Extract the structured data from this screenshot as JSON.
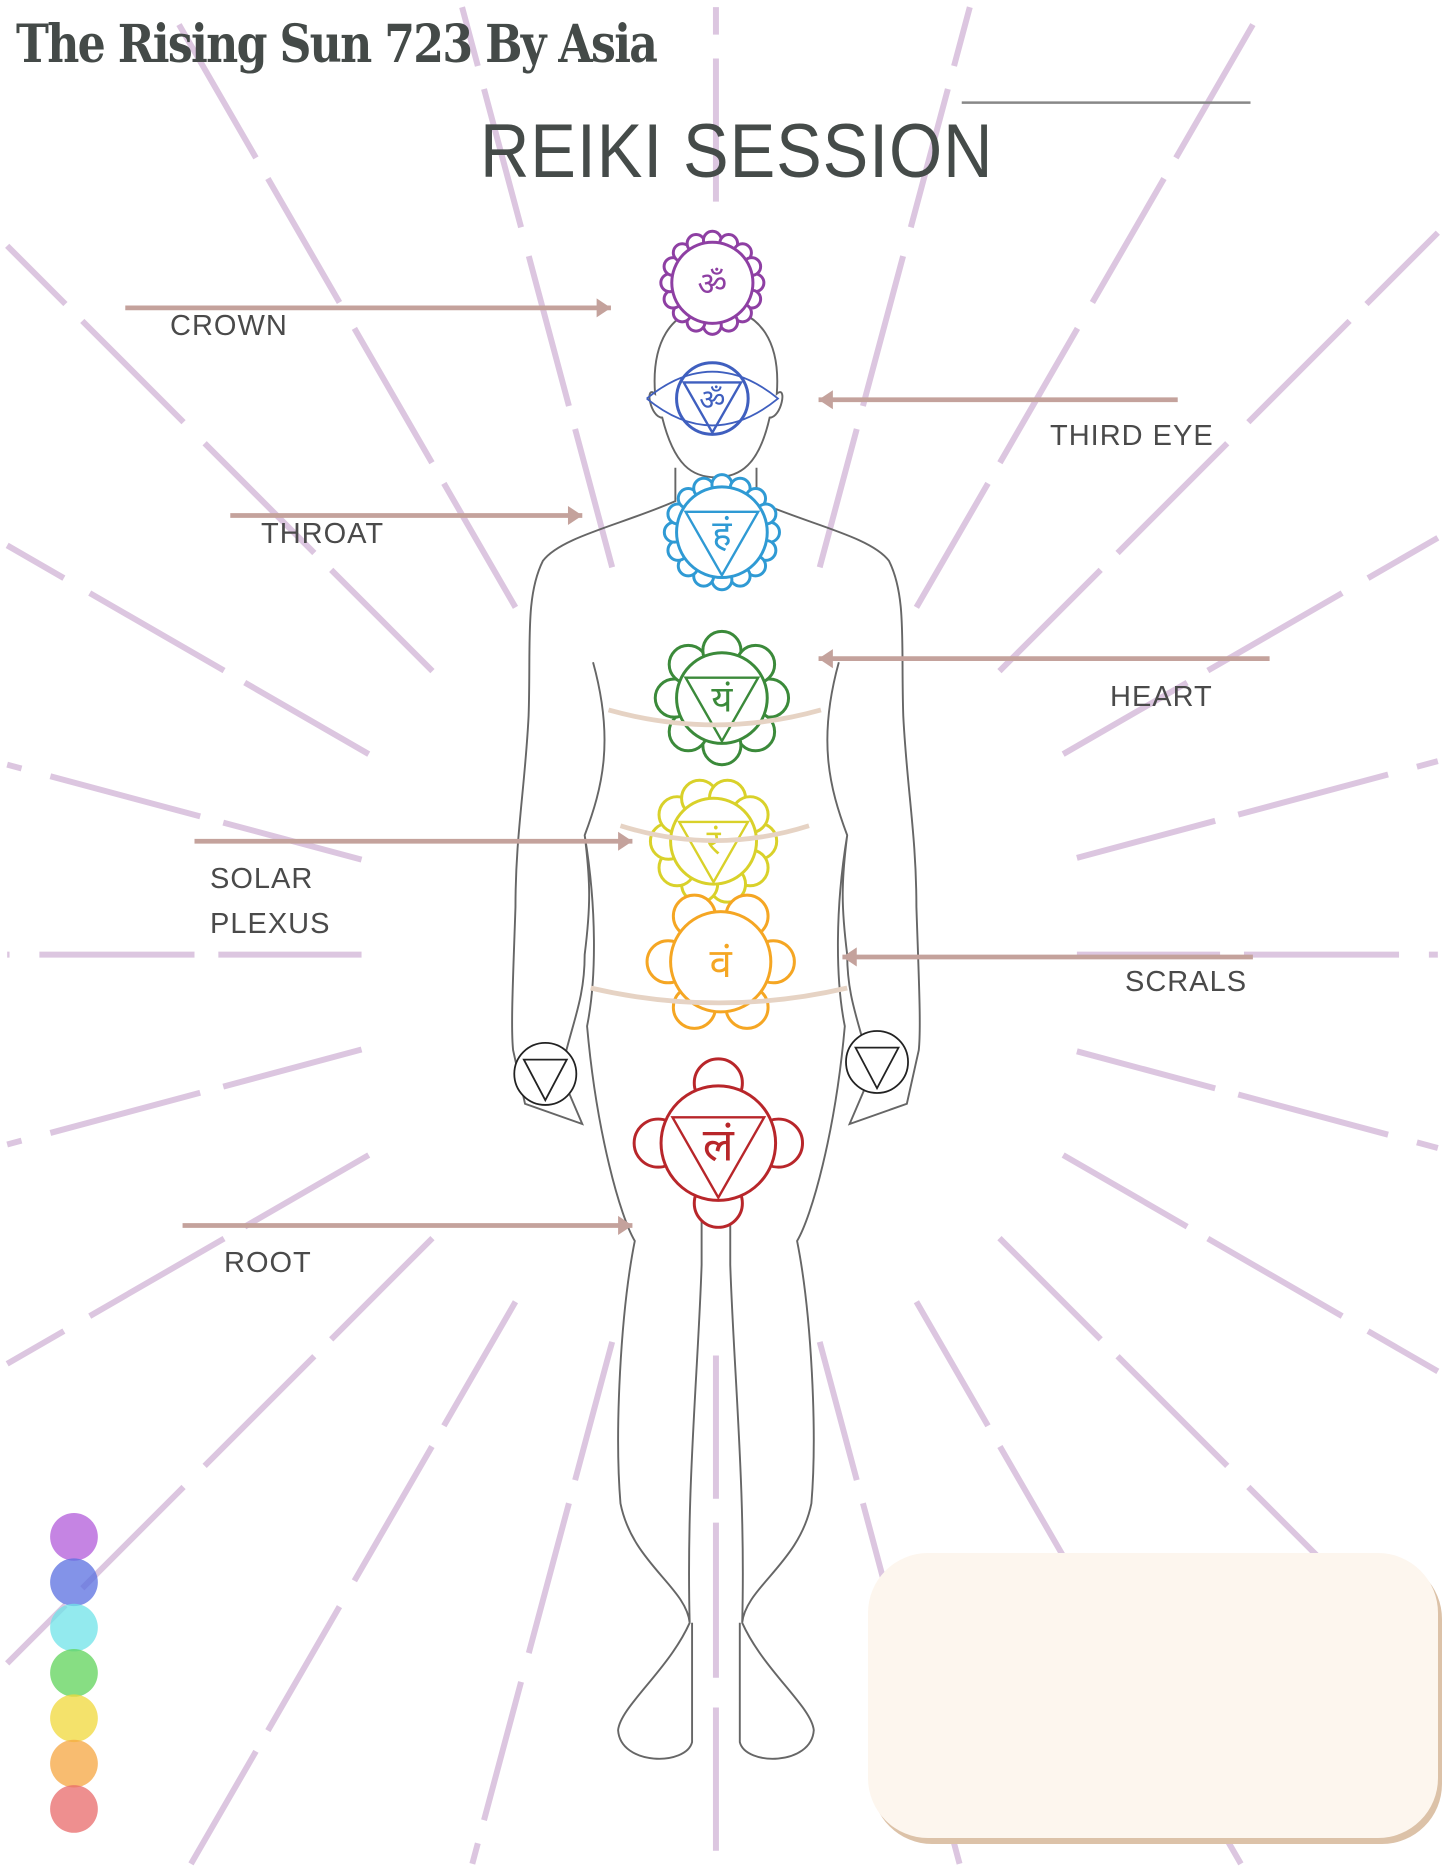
{
  "brand": "The Rising Sun 723 By Asia",
  "title": "REIKI SESSION",
  "labels": {
    "crown": "CROWN",
    "third_eye": "THIRD EYE",
    "throat": "THROAT",
    "heart": "HEART",
    "solar_plexus_1": "SOLAR",
    "solar_plexus_2": "PLEXUS",
    "sacral": "SCRALS",
    "root": "ROOT"
  },
  "chakra_glyphs": {
    "crown": "ॐ",
    "third_eye": "ॐ",
    "throat": "हं",
    "heart": "यं",
    "solar": "रं",
    "sacral": "वं",
    "root": "लं"
  },
  "colors": {
    "crown": "#8e3fa3",
    "third_eye": "#3f5fbf",
    "throat": "#2f9ad4",
    "heart": "#3b8a3a",
    "solar": "#d9d12a",
    "sacral": "#f5a623",
    "root": "#b8262a",
    "rays": "#dcc6e0",
    "arrows": "#c4a29c",
    "notes_bg": "#fdf6ee"
  }
}
